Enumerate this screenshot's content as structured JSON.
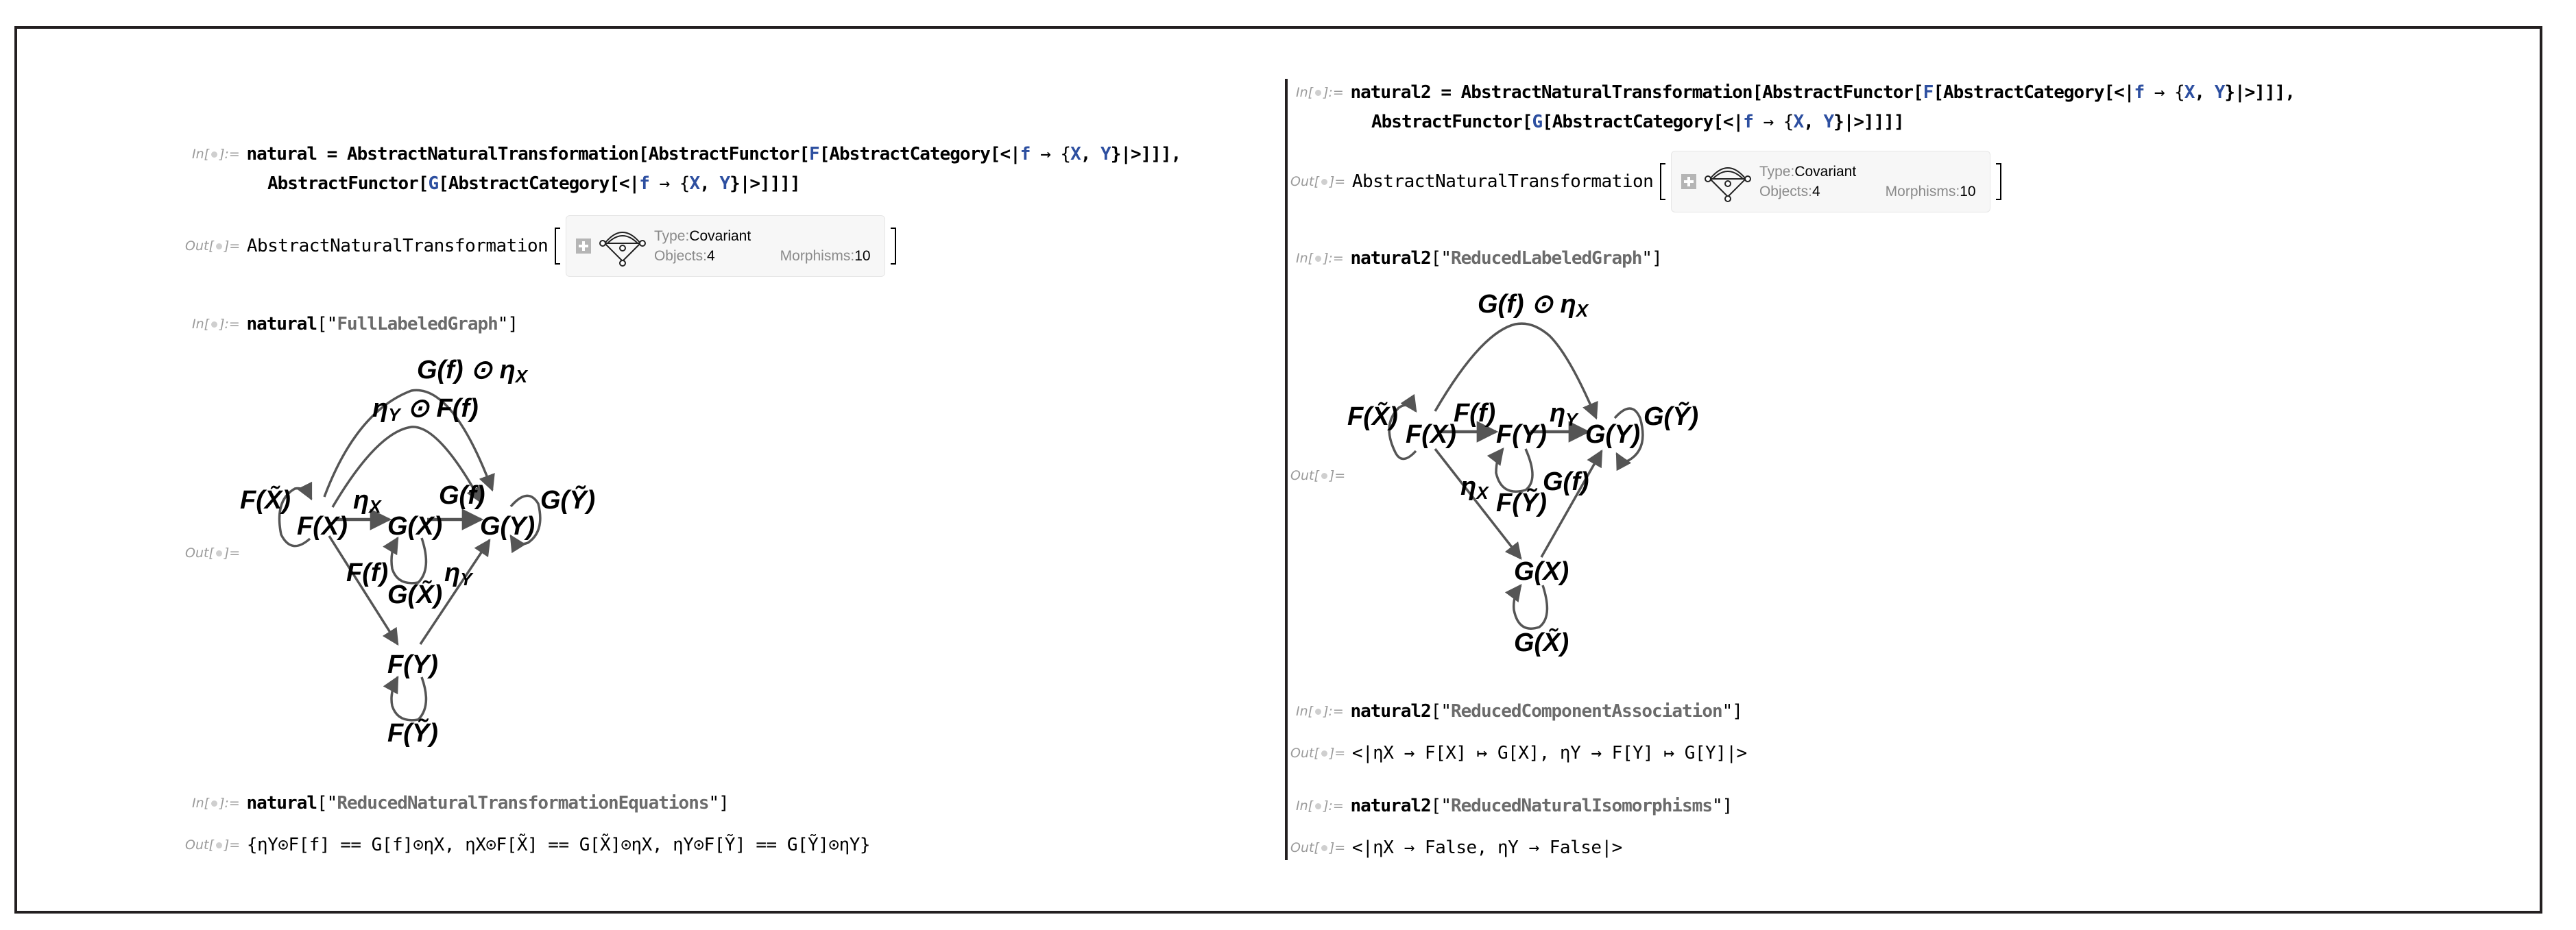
{
  "labels": {
    "in": "In[",
    "in_end": "]:=",
    "out": "Out[",
    "out_end": "]="
  },
  "left": {
    "cell1": {
      "line1": {
        "lhs": "natural",
        "eq": " = ",
        "head": "AbstractNaturalTransformation[AbstractFunctor[",
        "F": "F",
        "mid": "[AbstractCategory[<|",
        "f": "f",
        "arrow": " → {",
        "X": "X",
        "comma": ", ",
        "Y": "Y",
        "tail": "}|>]]],"
      },
      "line2": {
        "head": "AbstractFunctor[",
        "G": "G",
        "mid": "[AbstractCategory[<|",
        "f": "f",
        "arrow": " → {",
        "X": "X",
        "comma": ", ",
        "Y": "Y",
        "tail": "}|>]]]]"
      }
    },
    "out1": {
      "head": "AbstractNaturalTransformation",
      "summary": {
        "type_key": "Type: ",
        "type_val": "Covariant",
        "obj_key": "Objects: ",
        "obj_val": "4",
        "morph_key": "Morphisms: ",
        "morph_val": "10"
      }
    },
    "cell2": {
      "sym": "natural",
      "open": "[\"",
      "prop": "FullLabeledGraph",
      "close": "\"]"
    },
    "graph": {
      "nodes": [
        "F(X)",
        "G(X)",
        "G(Y)",
        "F(Y)"
      ],
      "loops": [
        "F(X̃)",
        "G(X̃)",
        "G(Ỹ)",
        "F(Ỹ)"
      ],
      "edges": [
        {
          "label": "ηX",
          "from": "F(X)",
          "to": "G(X)"
        },
        {
          "label": "G(f)",
          "from": "G(X)",
          "to": "G(Y)"
        },
        {
          "label": "F(f)",
          "from": "F(X)",
          "to": "F(Y)"
        },
        {
          "label": "ηY",
          "from": "F(Y)",
          "to": "G(Y)"
        },
        {
          "label": "G(f) ⊙ ηX",
          "from": "F(X)",
          "to": "G(Y)"
        },
        {
          "label": "ηY ⊙ F(f)",
          "from": "F(X)",
          "to": "G(Y)"
        }
      ]
    },
    "cell3": {
      "sym": "natural",
      "open": "[\"",
      "prop": "ReducedNaturalTransformationEquations",
      "close": "\"]"
    },
    "out3": "{ηY⊙F[f] == G[f]⊙ηX, ηX⊙F[X̃] == G[X̃]⊙ηX, ηY⊙F[Ỹ] == G[Ỹ]⊙ηY}"
  },
  "right": {
    "cell1": {
      "line1": {
        "lhs": "natural2",
        "eq": " = ",
        "head": "AbstractNaturalTransformation[AbstractFunctor[",
        "F": "F",
        "mid": "[AbstractCategory[<|",
        "f": "f",
        "arrow": " → {",
        "X": "X",
        "comma": ", ",
        "Y": "Y",
        "tail": "}|>]]],"
      },
      "line2": {
        "head": "AbstractFunctor[",
        "G": "G",
        "mid": "[AbstractCategory[<|",
        "f": "f",
        "arrow": " → {",
        "X": "X",
        "comma": ", ",
        "Y": "Y",
        "tail": "}|>]]]]"
      }
    },
    "out1": {
      "head": "AbstractNaturalTransformation",
      "summary": {
        "type_key": "Type: ",
        "type_val": "Covariant",
        "obj_key": "Objects: ",
        "obj_val": "4",
        "morph_key": "Morphisms: ",
        "morph_val": "10"
      }
    },
    "cell2": {
      "sym": "natural2",
      "open": "[\"",
      "prop": "ReducedLabeledGraph",
      "close": "\"]"
    },
    "graph": {
      "nodes": [
        "F(X)",
        "F(Y)",
        "G(Y)",
        "G(X)"
      ],
      "loops": [
        "F(X̃)",
        "F(Ỹ)",
        "G(Ỹ)",
        "G(X̃)"
      ],
      "edges": [
        {
          "label": "F(f)",
          "from": "F(X)",
          "to": "F(Y)"
        },
        {
          "label": "ηY",
          "from": "F(Y)",
          "to": "G(Y)"
        },
        {
          "label": "ηX",
          "from": "F(X)",
          "to": "G(X)"
        },
        {
          "label": "G(f)",
          "from": "G(X)",
          "to": "G(Y)"
        },
        {
          "label": "G(f) ⊙ ηX",
          "from": "F(X)",
          "to": "G(Y)"
        }
      ]
    },
    "cell3": {
      "sym": "natural2",
      "open": "[\"",
      "prop": "ReducedComponentAssociation",
      "close": "\"]"
    },
    "out3": "<|ηX → F[X] ↦ G[X], ηY → F[Y] ↦ G[Y]|>",
    "cell4": {
      "sym": "natural2",
      "open": "[\"",
      "prop": "ReducedNaturalIsomorphisms",
      "close": "\"]"
    },
    "out4": "<|ηX → False, ηY → False|>"
  },
  "colors": {
    "frame": "#231f20",
    "blue": "#2d4fa0",
    "string": "#6b6b6b",
    "label": "#9a9a9a",
    "edge": "#555555",
    "summary_bg": "#f7f7f7"
  }
}
